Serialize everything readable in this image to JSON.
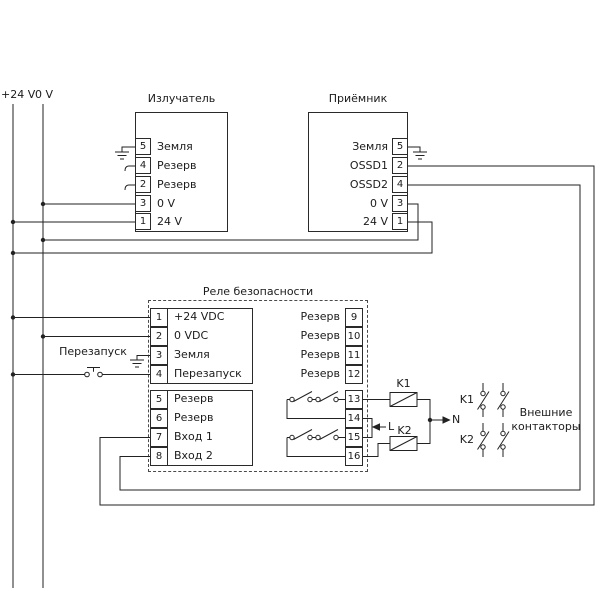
{
  "power": {
    "v24": "+24 V",
    "v0": "0 V"
  },
  "emitter": {
    "title": "Излучатель",
    "pins": [
      {
        "num": "5",
        "label": "Земля"
      },
      {
        "num": "4",
        "label": "Резерв"
      },
      {
        "num": "2",
        "label": "Резерв"
      },
      {
        "num": "3",
        "label": "0 V"
      },
      {
        "num": "1",
        "label": "24 V"
      }
    ]
  },
  "receiver": {
    "title": "Приёмник",
    "pins": [
      {
        "num": "5",
        "label": "Земля"
      },
      {
        "num": "2",
        "label": "OSSD1"
      },
      {
        "num": "4",
        "label": "OSSD2"
      },
      {
        "num": "3",
        "label": "0 V"
      },
      {
        "num": "1",
        "label": "24 V"
      }
    ]
  },
  "relay": {
    "title": "Реле безопасности",
    "left_top": [
      {
        "num": "1",
        "label": "+24 VDC"
      },
      {
        "num": "2",
        "label": "0 VDC"
      },
      {
        "num": "3",
        "label": "Земля"
      },
      {
        "num": "4",
        "label": "Перезапуск"
      }
    ],
    "left_bottom": [
      {
        "num": "5",
        "label": "Резерв"
      },
      {
        "num": "6",
        "label": "Резерв"
      },
      {
        "num": "7",
        "label": "Вход 1"
      },
      {
        "num": "8",
        "label": "Вход 2"
      }
    ],
    "right_top": [
      {
        "num": "9",
        "label": "Резерв"
      },
      {
        "num": "10",
        "label": "Резерв"
      },
      {
        "num": "11",
        "label": "Резерв"
      },
      {
        "num": "12",
        "label": "Резерв"
      }
    ],
    "right_bottom": [
      {
        "num": "13"
      },
      {
        "num": "14"
      },
      {
        "num": "15"
      },
      {
        "num": "16"
      }
    ]
  },
  "restart": {
    "label": "Перезапуск"
  },
  "coils": {
    "k1": "K1",
    "k2": "K2"
  },
  "supply": {
    "line": "L",
    "neutral": "N"
  },
  "contactors": {
    "k1": "K1",
    "k2": "K2",
    "caption1": "Внешние",
    "caption2": "контакторы"
  },
  "colors": {
    "wire": "#222222",
    "text": "#1b1b1b",
    "background": "#ffffff"
  }
}
